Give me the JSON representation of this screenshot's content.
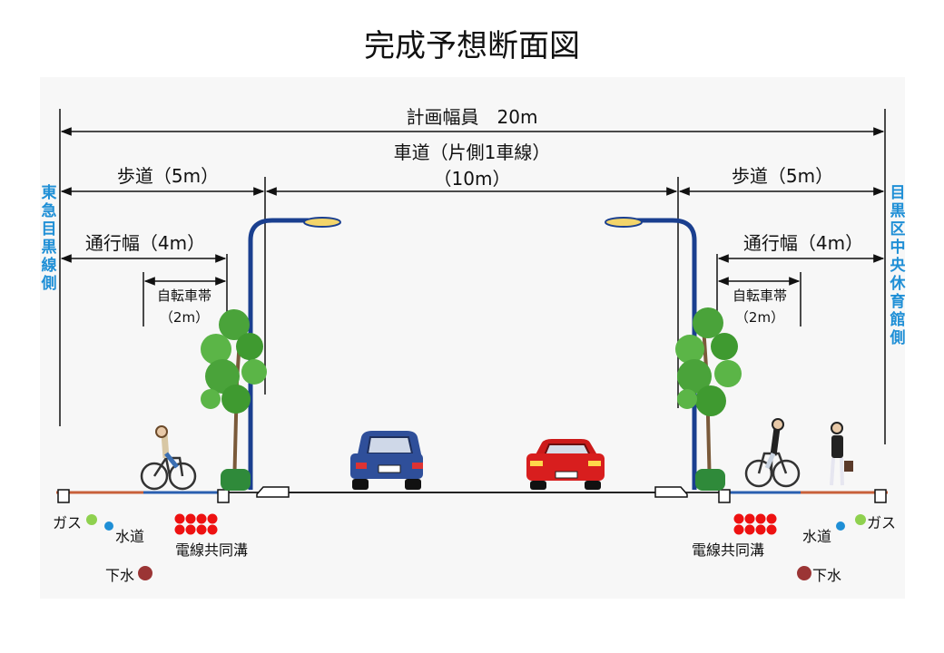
{
  "title": "完成予想断面図",
  "total_width": "計画幅員　20m",
  "roadway": {
    "label": "車道（片側1車線）",
    "width": "（10m）"
  },
  "sidewalk_left": {
    "label": "歩道（5m）",
    "passage": "通行幅（4m）",
    "bike_lane": "自転車帯",
    "bike_width": "（2m）"
  },
  "sidewalk_right": {
    "label": "歩道（5m）",
    "passage": "通行幅（4m）",
    "bike_lane": "自転車帯",
    "bike_width": "（2m）"
  },
  "side_left": "東急目黒線側",
  "side_right": "目黒区中央休育館側",
  "utilities_left": {
    "gas": "ガス",
    "water": "水道",
    "sewer": "下水",
    "power": "電線共同溝"
  },
  "utilities_right": {
    "gas": "ガス",
    "water": "水道",
    "sewer": "下水",
    "power": "電線共同溝"
  },
  "colors": {
    "gas": "#8fd14f",
    "water": "#1f8fd6",
    "sewer": "#9b3535",
    "power": "#ee1111",
    "side_text": "#1f8fd6",
    "pole": "#1a3f8f",
    "bike_lane": "#2a5fb0",
    "sidewalk": "#c8603a"
  }
}
